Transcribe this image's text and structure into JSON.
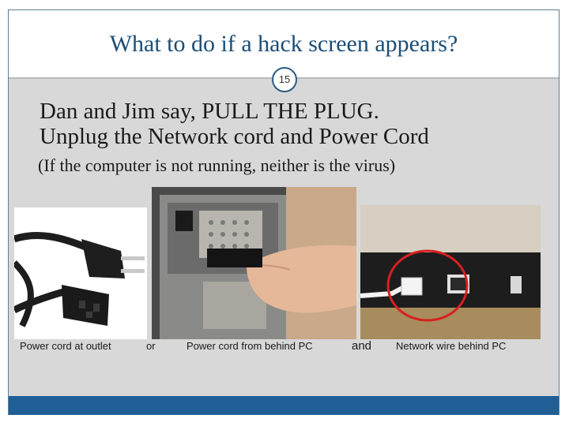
{
  "slide": {
    "title": "What to do if a hack screen appears?",
    "number": "15",
    "body_line1": "Dan and Jim say,  PULL THE PLUG.",
    "body_line2": "Unplug the Network cord and Power Cord",
    "note": "(If the computer is not running, neither is the virus)"
  },
  "captions": {
    "outlet": "Power cord at outlet",
    "or": "or",
    "behind_pc": "Power cord from behind PC",
    "and": "and",
    "network": "Network wire behind PC"
  },
  "colors": {
    "title": "#1b4e77",
    "footer": "#1f5f96",
    "content_bg": "#d8d8d8",
    "highlight_circle": "#d62020"
  }
}
